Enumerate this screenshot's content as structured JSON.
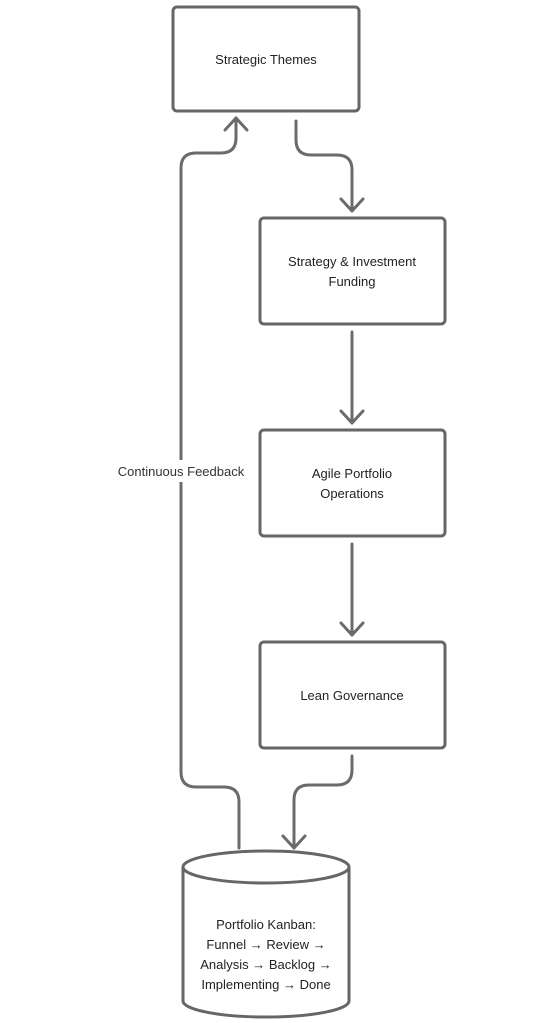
{
  "diagram": {
    "nodes": [
      {
        "id": "strategic-themes",
        "lines": [
          "Strategic Themes"
        ]
      },
      {
        "id": "strategy-investment-funding",
        "lines": [
          "Strategy & Investment",
          "Funding"
        ]
      },
      {
        "id": "agile-portfolio-operations",
        "lines": [
          "Agile Portfolio",
          "Operations"
        ]
      },
      {
        "id": "lean-governance",
        "lines": [
          "Lean Governance"
        ]
      },
      {
        "id": "portfolio-kanban",
        "lines": [
          "Portfolio Kanban:",
          "Funnel → Review →",
          "Analysis → Backlog →",
          "Implementing → Done"
        ]
      }
    ],
    "edges": [
      {
        "from": "strategic-themes",
        "to": "strategy-investment-funding",
        "label": ""
      },
      {
        "from": "strategy-investment-funding",
        "to": "agile-portfolio-operations",
        "label": ""
      },
      {
        "from": "agile-portfolio-operations",
        "to": "lean-governance",
        "label": ""
      },
      {
        "from": "lean-governance",
        "to": "portfolio-kanban",
        "label": ""
      },
      {
        "from": "portfolio-kanban",
        "to": "strategic-themes",
        "label": "Continuous Feedback"
      }
    ]
  }
}
